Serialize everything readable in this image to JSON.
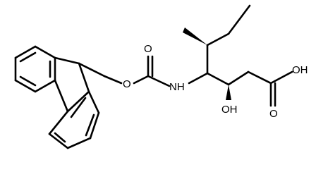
{
  "molecule": {
    "labels": {
      "carbonyl_oxygen": "O",
      "ester_oxygen": "O",
      "amine": "NH",
      "hydroxyl": "OH",
      "acid_hydroxyl": "OH",
      "acid_oxygen": "O"
    },
    "colors": {
      "bond": "#000000",
      "background": "#ffffff"
    }
  }
}
